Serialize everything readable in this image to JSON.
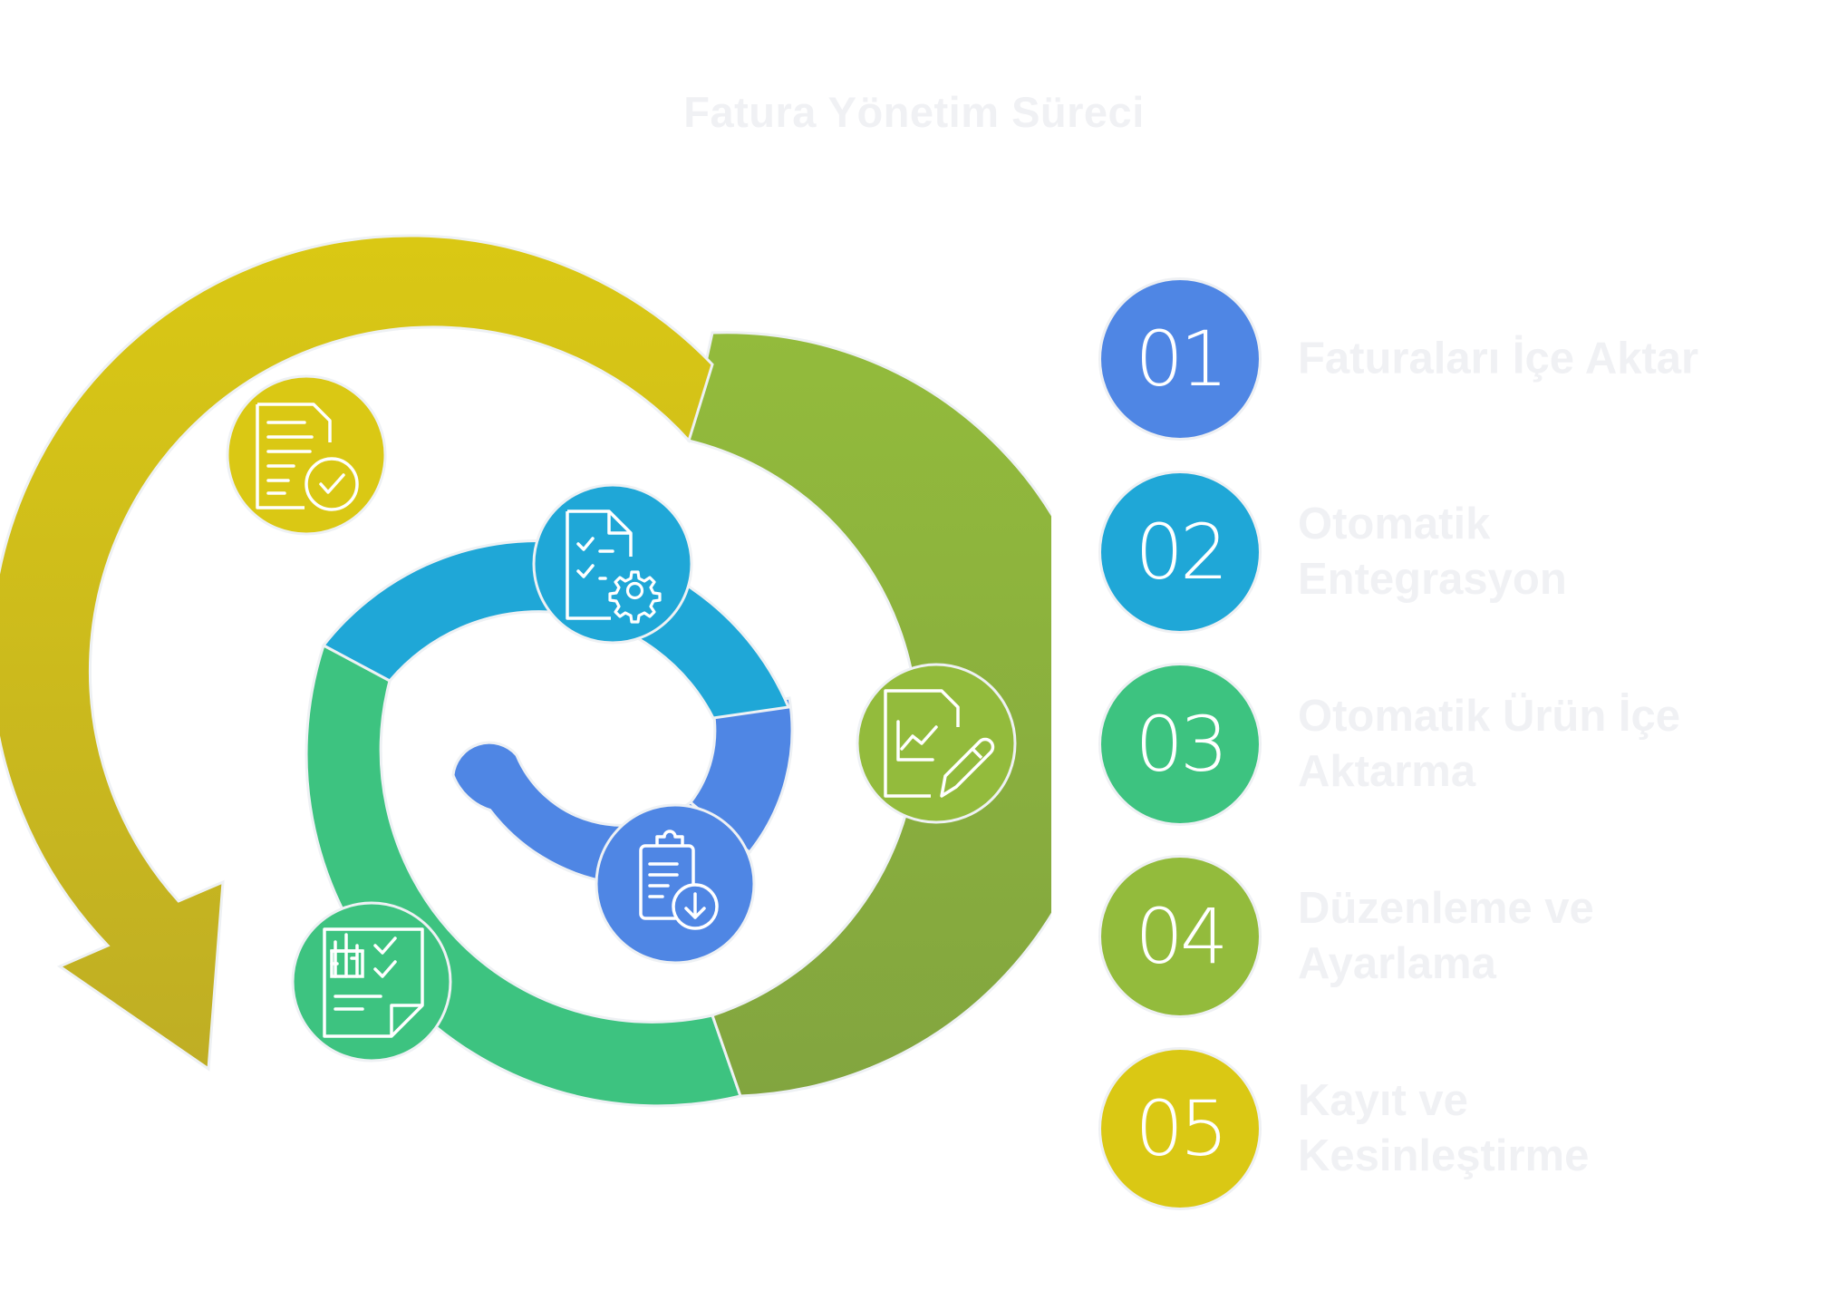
{
  "title": "Fatura Yönetim Süreci",
  "steps": [
    {
      "number": "01",
      "label": "Faturaları İçe Aktar",
      "color": "#4f86e4",
      "icon": "clipboard-download-icon"
    },
    {
      "number": "02",
      "label": "Otomatik Entegrasyon",
      "color": "#1fa7d7",
      "icon": "document-gear-icon"
    },
    {
      "number": "03",
      "label": "Otomatik Ürün İçe Aktarma",
      "color": "#3dc380",
      "icon": "building-checklist-icon"
    },
    {
      "number": "04",
      "label": "Düzenleme ve Ayarlama",
      "color": "#93bb3c",
      "icon": "chart-edit-icon"
    },
    {
      "number": "05",
      "label": "Kayıt ve Kesinleştirme",
      "color": "#dac814",
      "icon": "document-check-icon"
    }
  ]
}
